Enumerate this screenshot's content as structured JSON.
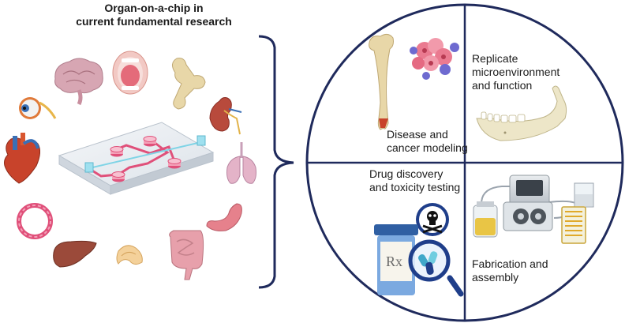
{
  "title": {
    "line1": "Organ-on-a-chip in",
    "line2": "current fundamental research"
  },
  "quadrants": {
    "top_left": {
      "line1": "Disease and",
      "line2": "cancer modeling"
    },
    "top_right": {
      "line1": "Replicate",
      "line2": "microenvironment",
      "line3": "and function"
    },
    "bottom_left": {
      "line1": "Drug discovery",
      "line2": "and toxicity testing"
    },
    "bottom_right": {
      "line1": "Fabrication and",
      "line2": "assembly"
    }
  },
  "bottle_label": "Rx",
  "organ_icons": [
    "eye-icon",
    "brain-icon",
    "mouth-icon",
    "bone-icon",
    "kidney-icon",
    "heart-icon",
    "lungs-icon",
    "blood-vessel-icon",
    "stomach-icon",
    "liver-icon",
    "pancreas-icon",
    "intestine-icon"
  ],
  "colors": {
    "navy": "#1f2a5c",
    "chip_pink": "#e0507a",
    "bone": "#e8d7a8",
    "pill_bottle": "#3a6fb5",
    "magnifier_blue": "#1f3e8a"
  }
}
